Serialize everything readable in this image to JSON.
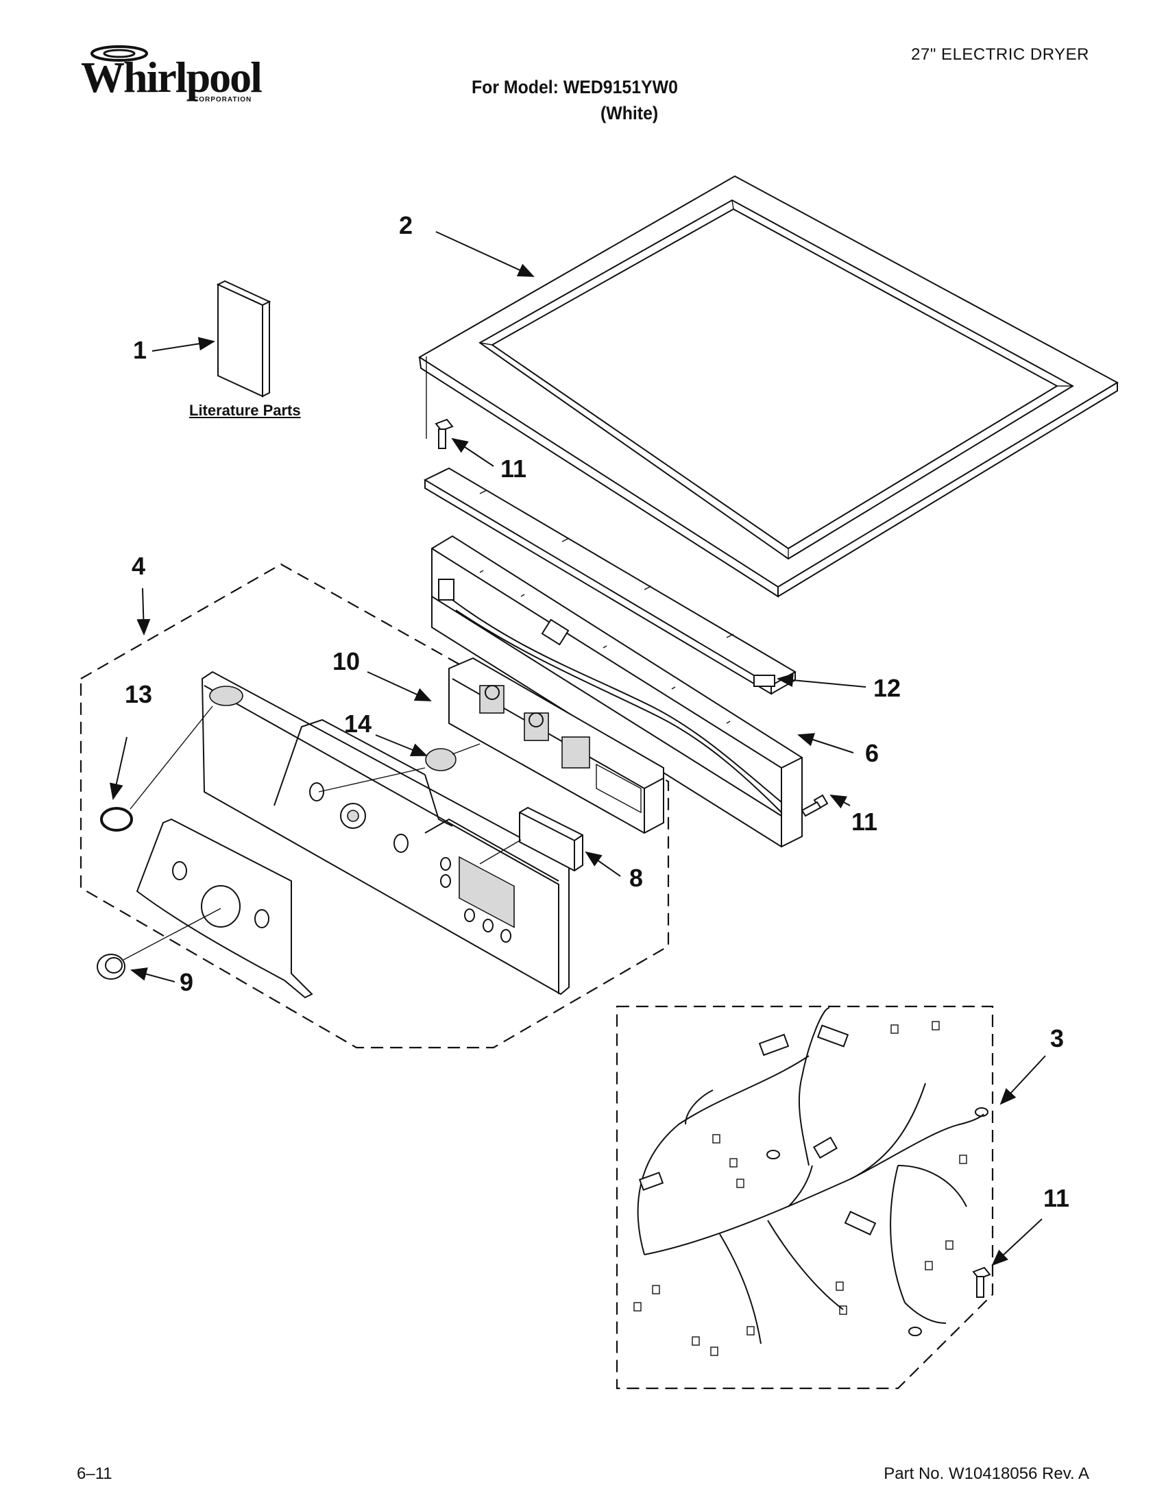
{
  "header": {
    "brand_word": "Whirlpool",
    "brand_sub": "CORPORATION",
    "product_type": "27\" ELECTRIC DRYER",
    "model_label": "For Model: WED9151YW0",
    "color_label": "(White)"
  },
  "literature_label": "Literature Parts",
  "callouts": {
    "c1": "1",
    "c2": "2",
    "c3": "3",
    "c4": "4",
    "c6": "6",
    "c8": "8",
    "c9": "9",
    "c10": "10",
    "c11a": "11",
    "c11b": "11",
    "c11c": "11",
    "c12": "12",
    "c13": "13",
    "c14": "14"
  },
  "footer": {
    "page_number": "6–11",
    "part_number": "Part No. W10418056 Rev. A"
  }
}
